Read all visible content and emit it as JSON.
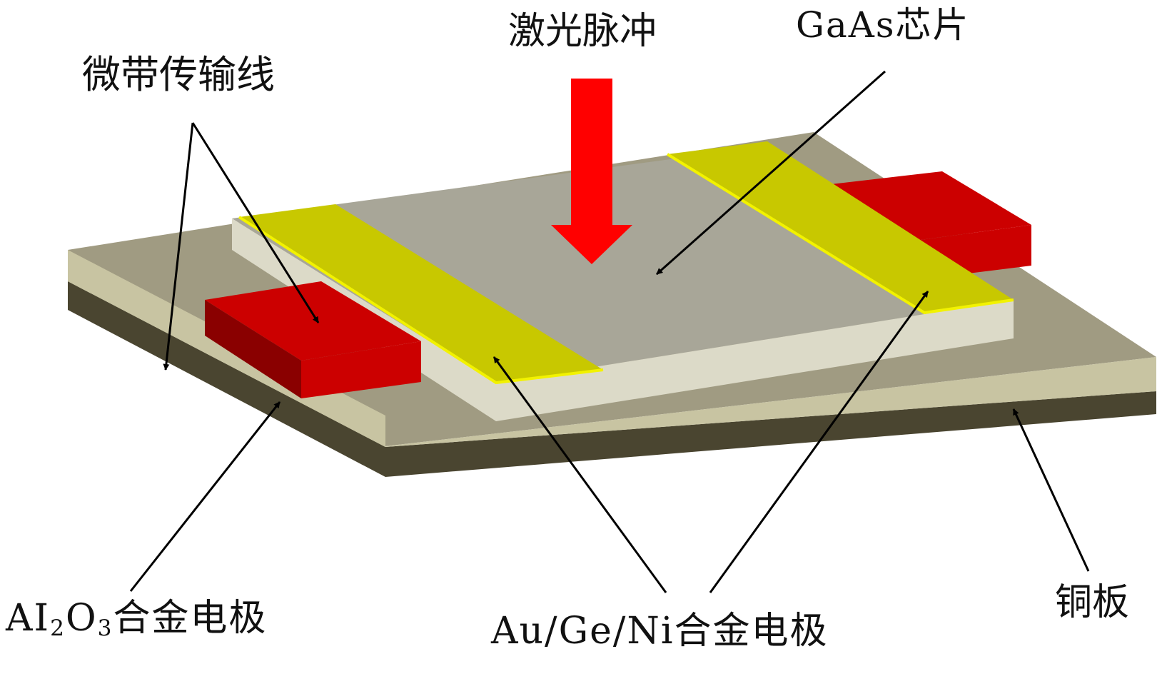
{
  "labels": {
    "laser": "激光脉冲",
    "chip": "GaAs芯片",
    "microstrip": "微带传输线",
    "al2o3": {
      "pre": "AI",
      "sub1": "2",
      "mid": "O",
      "sub2": "3",
      "post": "合金电极"
    },
    "augeni": "Au/Ge/Ni合金电极",
    "copper": "铜板"
  },
  "colors": {
    "copper_top": "#9a9270",
    "copper_side": "#4a4530",
    "substrate_top": "#a09b82",
    "substrate_side": "#c8c4a2",
    "chip_top": "#a8a698",
    "chip_side": "#dcdac8",
    "electrode": "#c8c800",
    "electrode_edge": "#f2f200",
    "microstrip": "#cc0000",
    "microstrip_side": "#8a0000",
    "arrow_red": "#ff0000",
    "line": "#000000"
  }
}
